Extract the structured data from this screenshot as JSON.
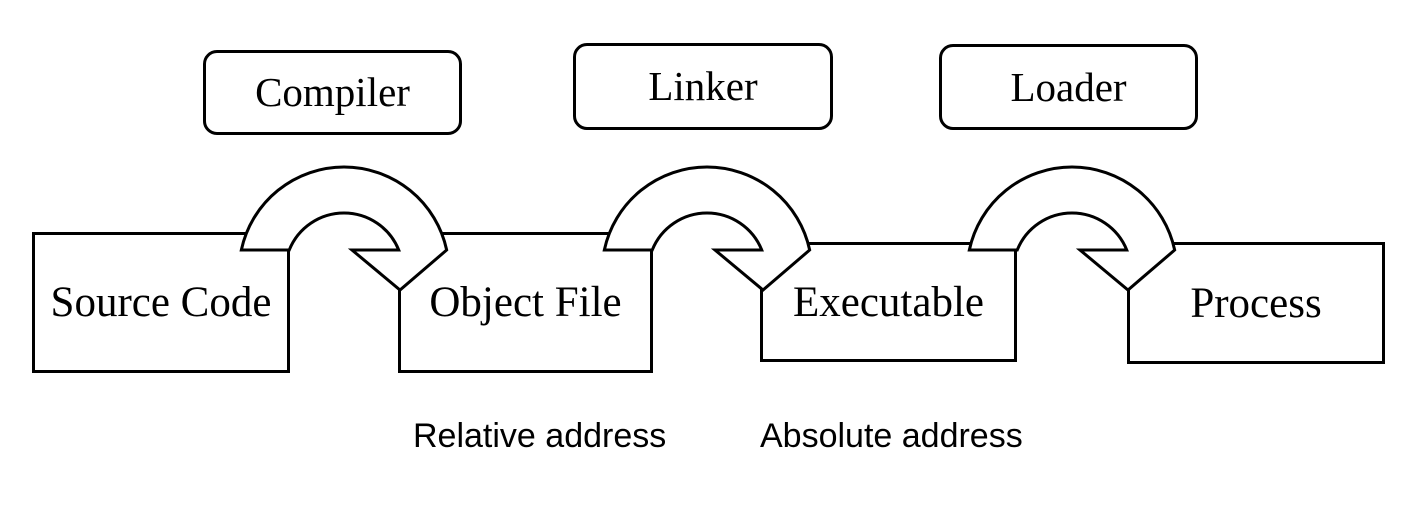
{
  "diagram": {
    "tools": [
      {
        "label": "Compiler"
      },
      {
        "label": "Linker"
      },
      {
        "label": "Loader"
      }
    ],
    "stages": [
      {
        "label": "Source Code"
      },
      {
        "label": "Object File"
      },
      {
        "label": "Executable"
      },
      {
        "label": "Process"
      }
    ],
    "annotations": [
      {
        "label": "Relative address"
      },
      {
        "label": "Absolute address"
      }
    ],
    "colors": {
      "line": "#000000",
      "background": "#ffffff"
    }
  }
}
